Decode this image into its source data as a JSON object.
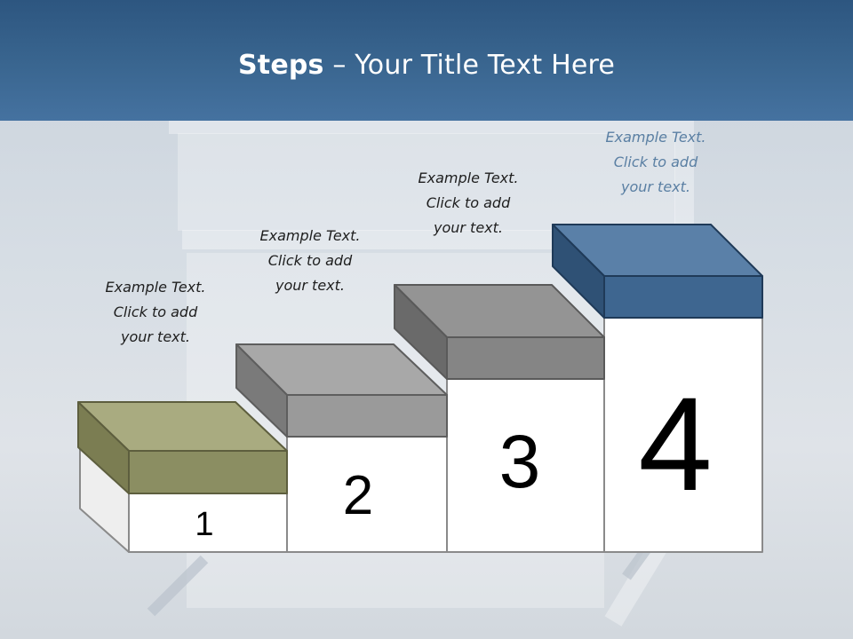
{
  "slide": {
    "title_bold": "Steps",
    "title_rest": " – Your Title Text Here"
  },
  "steps": [
    {
      "number": "1",
      "caption_lines": [
        "Example Text.",
        "Click  to add",
        "your text."
      ]
    },
    {
      "number": "2",
      "caption_lines": [
        "Example Text.",
        "Click  to add",
        "your text."
      ]
    },
    {
      "number": "3",
      "caption_lines": [
        "Example Text.",
        "Click  to add",
        "your text."
      ]
    },
    {
      "number": "4",
      "caption_lines": [
        "Example Text.",
        "Click  to add",
        "your text."
      ]
    }
  ],
  "colors": {
    "header": "#3a6690",
    "block_1": "#8b8e62",
    "block_2": "#9a9a9a",
    "block_3": "#858585",
    "block_4": "#3e6690",
    "step_fill": "#ffffff",
    "caption_highlight": "#5a7fa3"
  }
}
